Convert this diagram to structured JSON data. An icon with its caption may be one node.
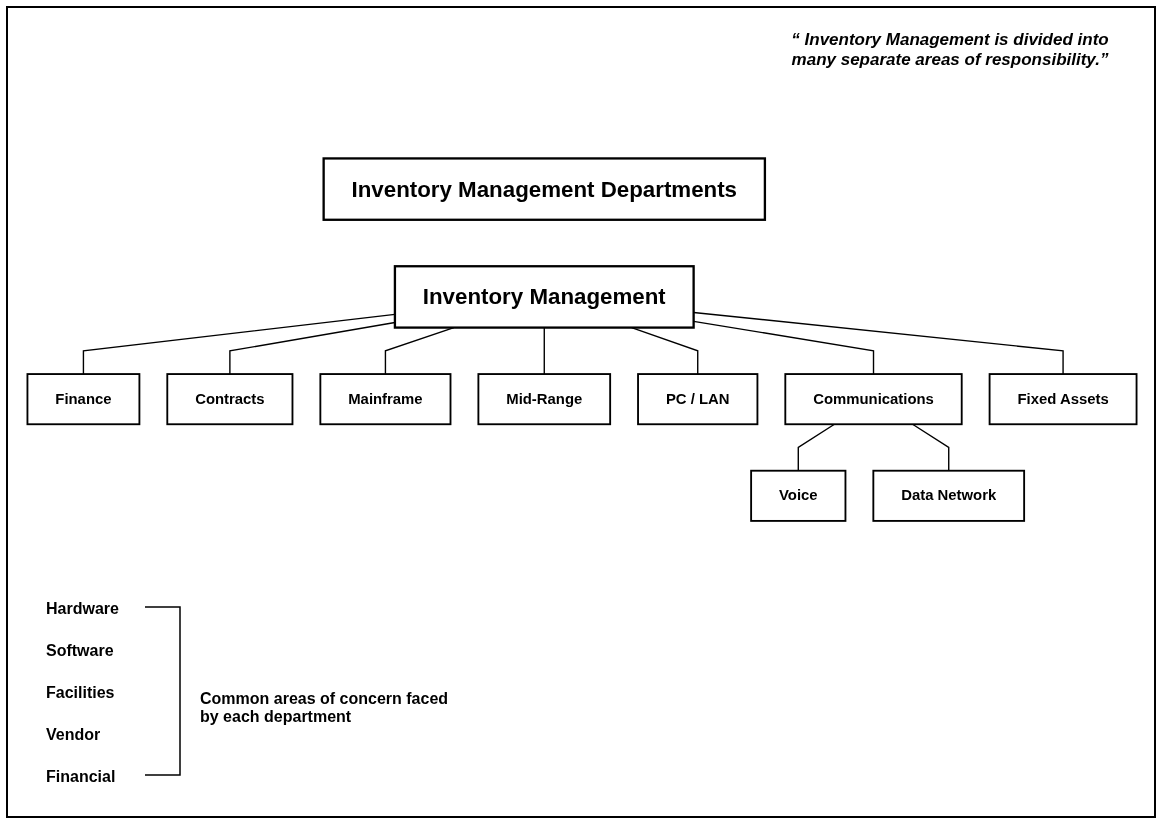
{
  "diagram": {
    "nodes": [
      {
        "text": [
          "Inventory Management Departments"
        ]
      },
      {
        "text": [
          "Inventory Management"
        ]
      },
      {
        "text": [
          "Finance"
        ]
      },
      {
        "text": [
          "Contracts"
        ]
      },
      {
        "text": [
          "Mainframe"
        ]
      },
      {
        "text": [
          "Mid-Range"
        ]
      },
      {
        "text": [
          "PC / LAN"
        ]
      },
      {
        "text": [
          "Communications"
        ]
      },
      {
        "text": [
          "Fixed Assets"
        ]
      },
      {
        "text": [
          "Voice"
        ]
      },
      {
        "text": [
          "Data Network"
        ]
      }
    ],
    "edges": [
      {
        "from": 1,
        "to": 2,
        "arrow": "none"
      },
      {
        "from": 1,
        "to": 3,
        "arrow": "none"
      },
      {
        "from": 1,
        "to": 4,
        "arrow": "none"
      },
      {
        "from": 1,
        "to": 5,
        "arrow": "none"
      },
      {
        "from": 1,
        "to": 6,
        "arrow": "none"
      },
      {
        "from": 1,
        "to": 7,
        "arrow": "none"
      },
      {
        "from": 1,
        "to": 8,
        "arrow": "none"
      },
      {
        "from": 7,
        "to": 9,
        "arrow": "none"
      },
      {
        "from": 7,
        "to": 10,
        "arrow": "none"
      }
    ],
    "labels": [
      "“ Inventory Management is divided into many separate areas of responsibility.”",
      "Hardware",
      "Software",
      "Facilities",
      "Vendor",
      "Financial",
      "Common areas of concern faced by each department"
    ]
  }
}
